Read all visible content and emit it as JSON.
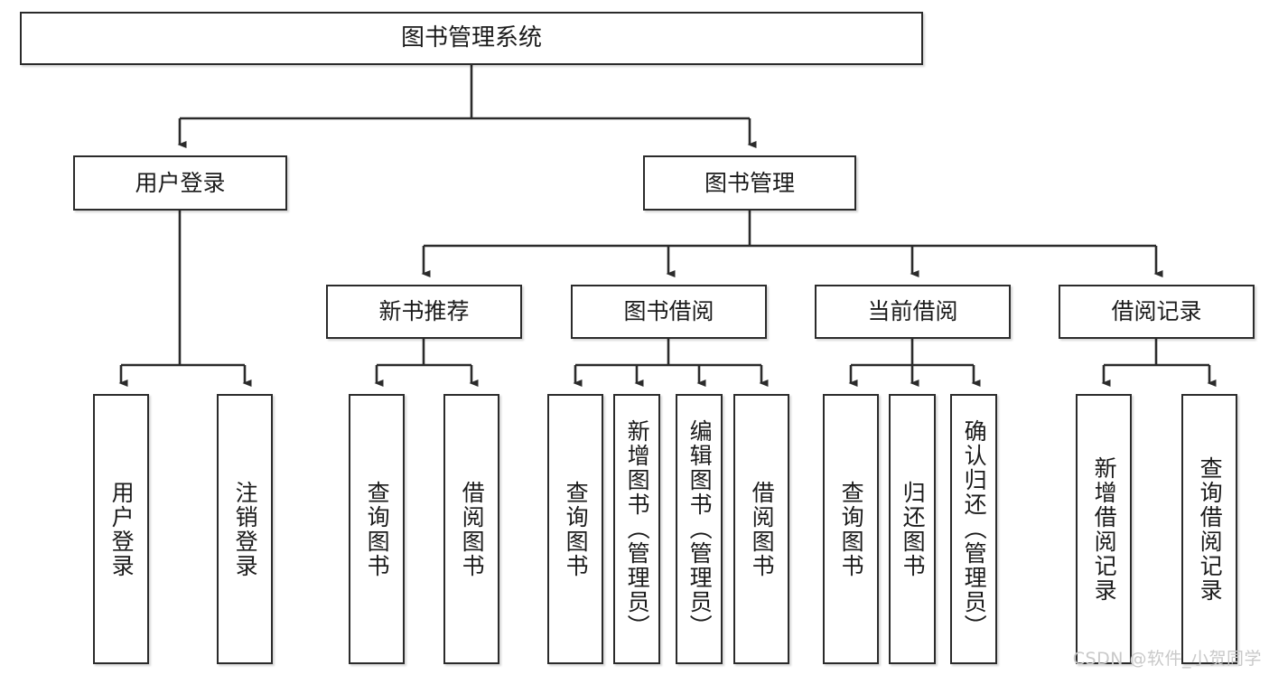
{
  "diagram": {
    "title": "图书管理系统",
    "watermark": "CSDN @软件_小贺同学",
    "colors": {
      "stroke": "#2b2b2b",
      "fill": "#ffffff",
      "text": "#1b1b1b",
      "watermark": "#c9c9c9"
    },
    "nodes": {
      "root": {
        "label": "图书管理系统"
      },
      "level1": [
        {
          "label": "用户登录"
        },
        {
          "label": "图书管理"
        }
      ],
      "level2": [
        {
          "label": "新书推荐"
        },
        {
          "label": "图书借阅"
        },
        {
          "label": "当前借阅"
        },
        {
          "label": "借阅记录"
        }
      ],
      "leaves_user_login": [
        {
          "label": "用户登录"
        },
        {
          "label": "注销登录"
        }
      ],
      "leaves_new_book": [
        {
          "label": "查询图书"
        },
        {
          "label": "借阅图书"
        }
      ],
      "leaves_borrow": [
        {
          "label": "查询图书"
        },
        {
          "label": "新增图书（管理员）"
        },
        {
          "label": "编辑图书（管理员）"
        },
        {
          "label": "借阅图书"
        }
      ],
      "leaves_current": [
        {
          "label": "查询图书"
        },
        {
          "label": "归还图书"
        },
        {
          "label": "确认归还（管理员）"
        }
      ],
      "leaves_records": [
        {
          "label": "新增借阅记录"
        },
        {
          "label": "查询借阅记录"
        }
      ]
    }
  }
}
